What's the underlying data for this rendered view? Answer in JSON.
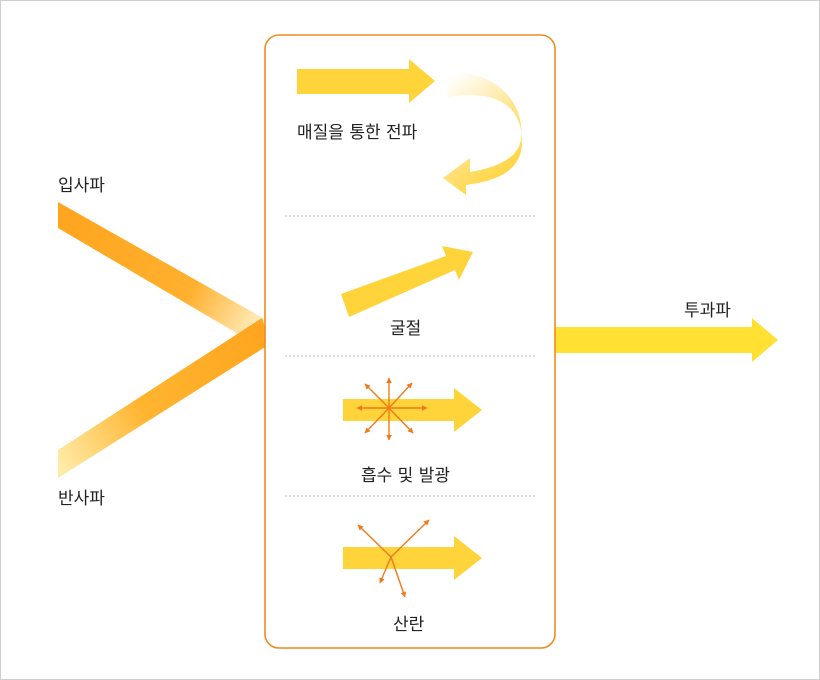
{
  "labels": {
    "incident": "입사파",
    "reflected": "반사파",
    "transmitted": "투과파",
    "propagation": "매질을 통한 전파",
    "refraction": "굴절",
    "absorption": "흡수 및 발광",
    "scattering": "산란"
  },
  "colors": {
    "arrow_yellow": "#FFD43B",
    "transmitted_yellow": "#FFE033",
    "beam_orange": "#FFA51F",
    "box_border": "#F08A1E",
    "small_arrow": "#F07A1A",
    "divider": "#bdbdbd"
  }
}
